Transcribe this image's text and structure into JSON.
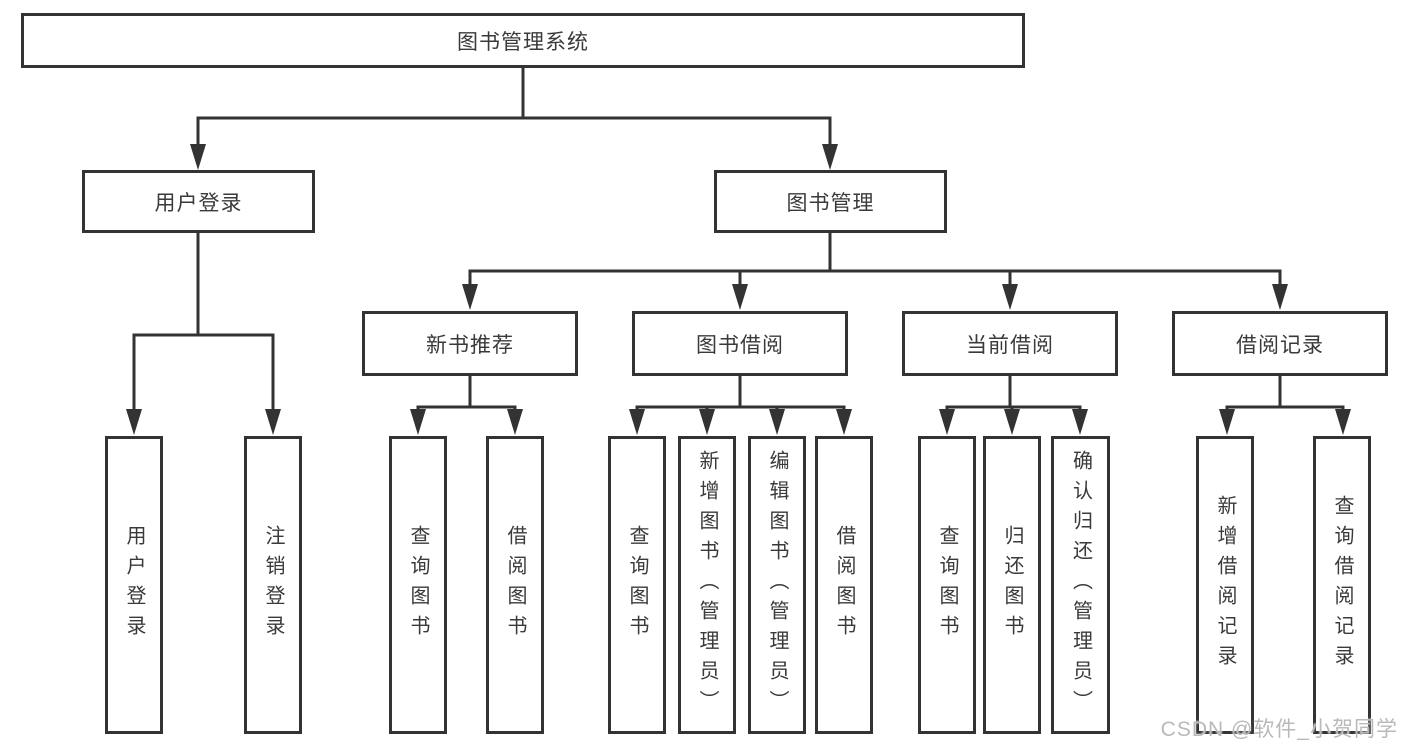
{
  "colors": {
    "line": "#333333",
    "box_border": "#333333",
    "text": "#3a3a3a",
    "watermark": "#b9b9b9",
    "background": "#ffffff"
  },
  "tree": {
    "label": "图书管理系统",
    "children": [
      {
        "label": "用户登录",
        "children": [
          {
            "label": "用户登录"
          },
          {
            "label": "注销登录"
          }
        ]
      },
      {
        "label": "图书管理",
        "children": [
          {
            "label": "新书推荐",
            "children": [
              {
                "label": "查询图书"
              },
              {
                "label": "借阅图书"
              }
            ]
          },
          {
            "label": "图书借阅",
            "children": [
              {
                "label": "查询图书"
              },
              {
                "label": "新增图书（管理员）"
              },
              {
                "label": "编辑图书（管理员）"
              },
              {
                "label": "借阅图书"
              }
            ]
          },
          {
            "label": "当前借阅",
            "children": [
              {
                "label": "查询图书"
              },
              {
                "label": "归还图书"
              },
              {
                "label": "确认归还（管理员）"
              }
            ]
          },
          {
            "label": "借阅记录",
            "children": [
              {
                "label": "新增借阅记录"
              },
              {
                "label": "查询借阅记录"
              }
            ]
          }
        ]
      }
    ]
  },
  "watermark": {
    "text": "CSDN @软件_小贺同学"
  }
}
